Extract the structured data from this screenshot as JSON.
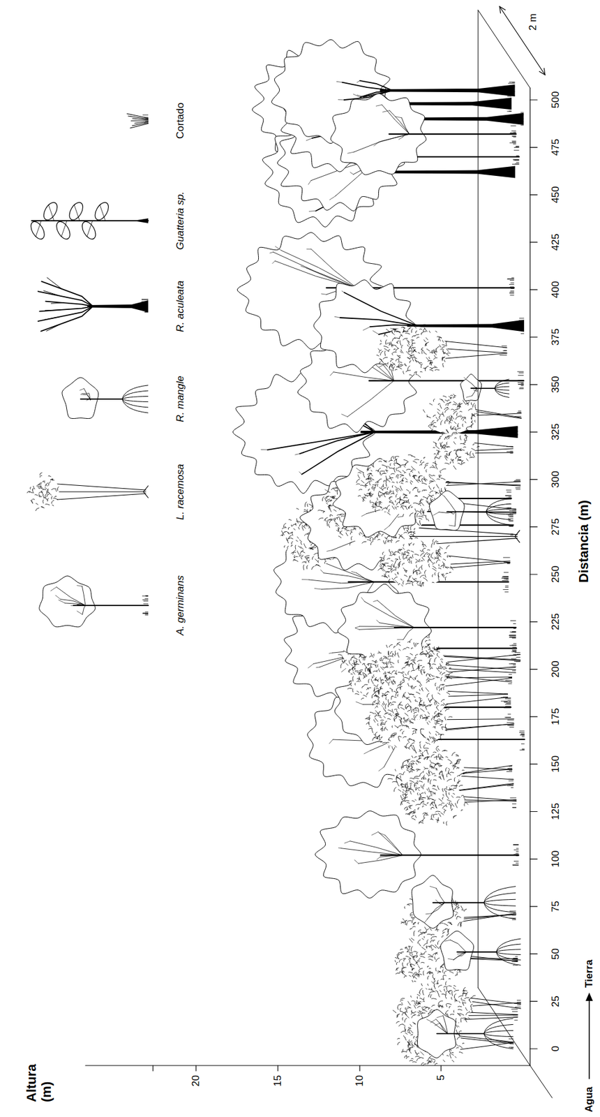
{
  "diagram": {
    "labels": [
      "Altura (m)",
      "20",
      "15",
      "10",
      "5",
      "0",
      "25",
      "50",
      "75",
      "100",
      "125",
      "150",
      "175",
      "200",
      "225",
      "250",
      "275",
      "300",
      "325",
      "350",
      "375",
      "400",
      "425",
      "450",
      "475",
      "500",
      "Distancia (m)",
      "Agua",
      "Tierra",
      "2 m"
    ],
    "legend": [
      {
        "text": "A. germinans"
      },
      {
        "text": "L. racemosa"
      },
      {
        "text": "R. mangle"
      },
      {
        "text": "R. aculeata"
      },
      {
        "text": "Guatteria sp."
      },
      {
        "text": "Cortado"
      }
    ]
  }
}
